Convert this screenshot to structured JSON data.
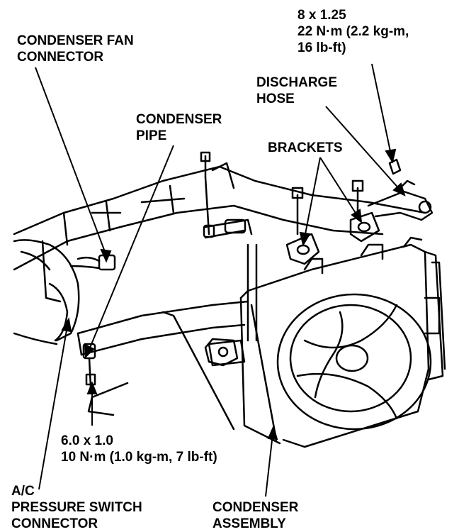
{
  "labels": {
    "condenser_fan_connector": [
      "CONDENSER FAN",
      "CONNECTOR"
    ],
    "condenser_pipe": [
      "CONDENSER",
      "PIPE"
    ],
    "bolt_top": [
      "8 x 1.25",
      "22 N·m (2.2 kg-m,",
      "16 lb-ft)"
    ],
    "discharge_hose": [
      "DISCHARGE",
      "HOSE"
    ],
    "brackets": [
      "BRACKETS"
    ],
    "bolt_bottom": [
      "6.0 x 1.0",
      "10 N·m (1.0 kg-m, 7 lb-ft)"
    ],
    "ac_pressure_switch_connector": [
      "A/C",
      "PRESSURE SWITCH",
      "CONNECTOR"
    ],
    "condenser_assembly": [
      "CONDENSER",
      "ASSEMBLY"
    ]
  }
}
